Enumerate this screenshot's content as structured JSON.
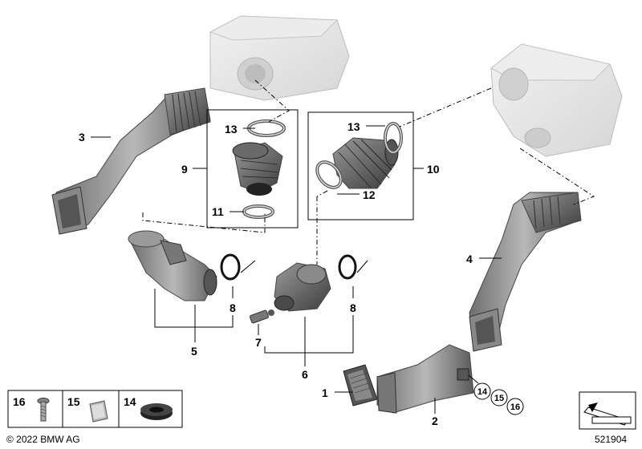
{
  "labels": {
    "p1": "1",
    "p2": "2",
    "p3": "3",
    "p4": "4",
    "p5": "5",
    "p6": "6",
    "p7": "7",
    "p8a": "8",
    "p8b": "8",
    "p9": "9",
    "p10": "10",
    "p11": "11",
    "p12": "12",
    "p13a": "13",
    "p13b": "13",
    "p14": "14",
    "p15": "15",
    "p16": "16"
  },
  "legend": {
    "l16": "16",
    "l15": "15",
    "l14": "14"
  },
  "copyright": "© 2022 BMW AG",
  "diagram_number": "521904"
}
